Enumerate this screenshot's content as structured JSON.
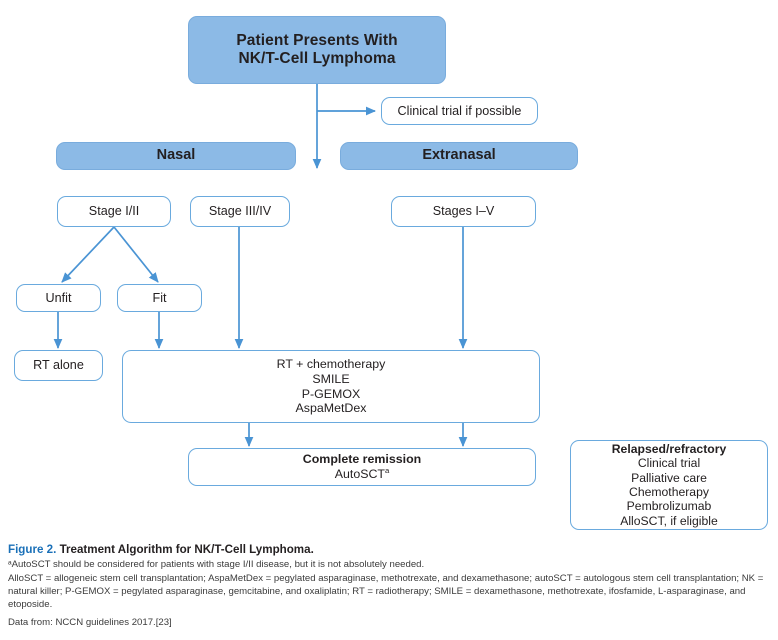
{
  "figure": {
    "nodes": {
      "root": "Patient Presents With\nNK/T-Cell Lymphoma",
      "root_line1": "Patient Presents With",
      "root_line2": "NK/T-Cell Lymphoma",
      "clinical_trial": "Clinical trial if possible",
      "nasal": "Nasal",
      "extranasal": "Extranasal",
      "stage_1_2": "Stage I/II",
      "stage_3_4": "Stage III/IV",
      "stages_1_5": "Stages I–V",
      "unfit": "Unfit",
      "fit": "Fit",
      "rt_alone": "RT alone",
      "therapy": {
        "line1": "RT + chemotherapy",
        "line2": "SMILE",
        "line3": "P-GEMOX",
        "line4": "AspaMetDex"
      },
      "remission": {
        "line1": "Complete remission",
        "line2": "AutoSCT",
        "line2_footnote": "a"
      },
      "relapsed": {
        "heading": "Relapsed/refractory",
        "items": [
          "Clinical trial",
          "Palliative care",
          "Chemotherapy",
          "Pembrolizumab",
          "AlloSCT, if eligible"
        ]
      }
    },
    "colors": {
      "box_fill_blue": "#8cbae6",
      "box_border_blue": "#6aaade",
      "connector_blue": "#4a94d4",
      "figure_label_blue": "#1a70b8",
      "text_dark": "#231f20"
    }
  },
  "caption": {
    "figure_label": "Figure 2.",
    "title": "Treatment Algorithm for NK/T-Cell Lymphoma.",
    "footnote": "ᵃAutoSCT should be considered for patients with stage I/II disease, but it is not absolutely needed.",
    "abbreviations": "AlloSCT = allogeneic stem cell transplantation; AspaMetDex = pegylated asparaginase, methotrexate, and dexamethasone; autoSCT = autologous stem cell transplantation; NK = natural killer; P-GEMOX = pegylated asparaginase, gemcitabine, and oxaliplatin; RT = radiotherapy; SMILE = dexamethasone, methotrexate, ifosfamide, L-asparaginase, and etoposide.",
    "source": "Data from: NCCN guidelines 2017.[23]"
  }
}
